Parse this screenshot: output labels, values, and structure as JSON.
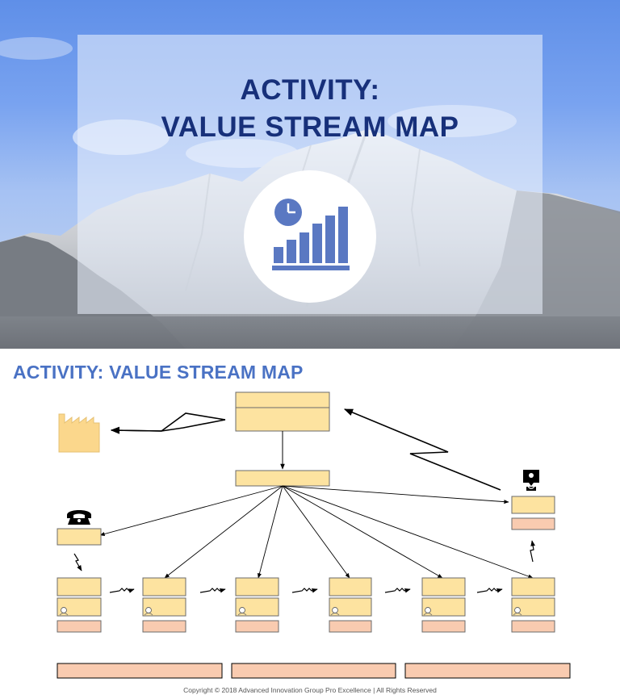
{
  "title_slide": {
    "title_line1": "ACTIVITY:",
    "title_line2": "VALUE STREAM MAP",
    "icon": "clock-bar-chart-icon",
    "colors": {
      "title": "#17307a",
      "icon": "#5a78c2"
    }
  },
  "vsm_slide": {
    "heading": "ACTIVITY: VALUE STREAM MAP",
    "copyright": "Copyright © 2018 Advanced Innovation Group Pro Excellence | All Rights Reserved",
    "icons": {
      "supplier": "factory-icon",
      "supplier_contact": "telephone-icon",
      "customer": "customer-icon",
      "push_arrow": "push-arrow-icon",
      "operator": "operator-icon",
      "info_flow": "electronic-information-flow-icon"
    },
    "process_count": 6,
    "timeline_segments": 3,
    "colors": {
      "box_fill": "#fde3a0",
      "data_fill": "#f9cbb0",
      "supplier_fill": "#fbd78c",
      "heading": "#4a72c4"
    }
  }
}
